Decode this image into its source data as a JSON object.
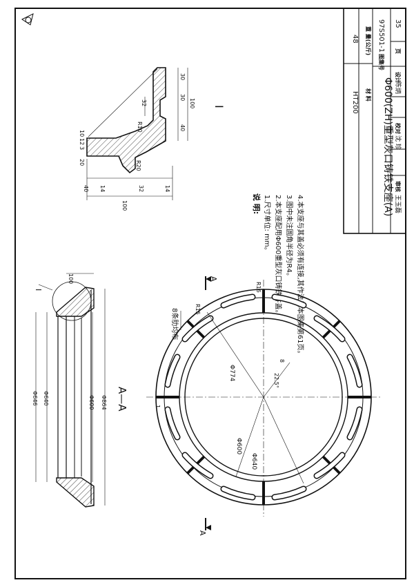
{
  "title_block": {
    "material_label": "材  料",
    "material_value": "HT200",
    "weight_label": "重  量(公斤)",
    "weight_value": "48",
    "drawing_title": "Φ600(ZH)重型灰口铸铁支座(A)",
    "atlas_label": "图集号",
    "atlas_no": "97S501-1",
    "page_label": "页",
    "page_no": "35",
    "review_label": "审核",
    "review_sig": "王玉磊",
    "check_label": "校对",
    "check_sig": "沈 珍",
    "design_label": "设计",
    "design_sig": "陈炳"
  },
  "notes": {
    "heading": "说  明:",
    "items": [
      "1.尺寸单位: mm。",
      "2.本支座配用Φ600重型灰口铸铁井盖。",
      "3.图中未注圆角半径为R4。",
      "4.本支座与其盖必须有连接,其作法见本图集第61页。"
    ]
  },
  "detail_I": {
    "label": "I",
    "dims": [
      "30",
      "30",
      "100",
      "32",
      "40",
      "R10",
      "R20",
      "20",
      "3",
      "12",
      "10",
      "40",
      "14",
      "32",
      "14",
      "100"
    ]
  },
  "section_AA": {
    "label": "A—A",
    "callout": "I",
    "dims": [
      "100",
      "Φ646",
      "Φ640",
      "Φ600",
      "Φ864"
    ]
  },
  "plan_view": {
    "ribs_note": "8条肋均布",
    "dims": [
      "R15",
      "R16",
      "Φ774",
      "Φ600",
      "Φ640",
      "22.5°",
      "8",
      "1"
    ],
    "section_mark": "A"
  }
}
